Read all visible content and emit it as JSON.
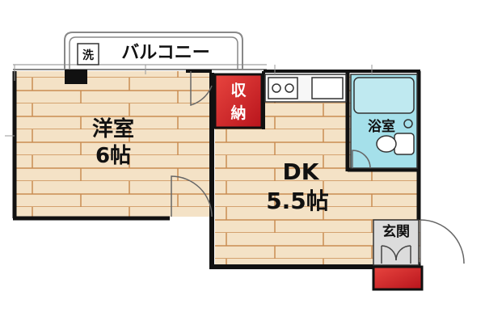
{
  "rooms": {
    "balcony": "バルコニー",
    "washer": "洗",
    "western_room": {
      "name": "洋室",
      "size": "6帖"
    },
    "storage": {
      "line1": "収",
      "line2": "納"
    },
    "dk": {
      "name": "DK",
      "size": "5.5帖"
    },
    "bath": "浴室",
    "entrance": "玄関"
  },
  "colors": {
    "floor": "#f4e2c6",
    "plank_line": "#c98c52",
    "wall": "#111111",
    "storage_fill": "#d9262c",
    "bath_fill": "#a5e0ea",
    "entrance_fill": "#dcdcdc"
  }
}
